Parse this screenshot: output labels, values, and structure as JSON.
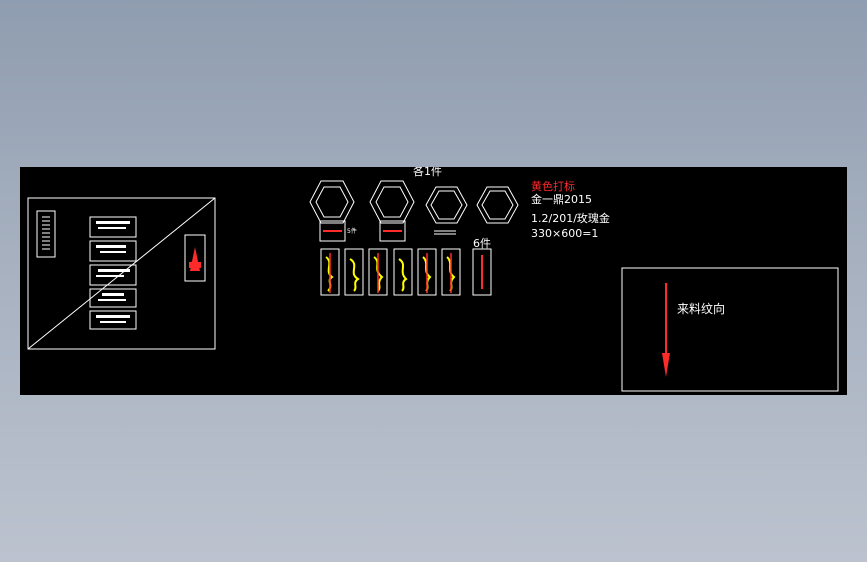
{
  "drawing": {
    "top_label": "各1件",
    "six_label": "6件",
    "small_tag": "5件",
    "spec": {
      "color_note": "黄色打标",
      "brand_line": "金一鼎2015",
      "material_line": "1.2/201/玫瑰金",
      "size_line": "330×600=1"
    },
    "grain_label": "来料纹向"
  },
  "colors": {
    "background": "#000000",
    "line": "#ffffff",
    "mark": "#ff2a2a",
    "engrave": "#ffff00"
  }
}
